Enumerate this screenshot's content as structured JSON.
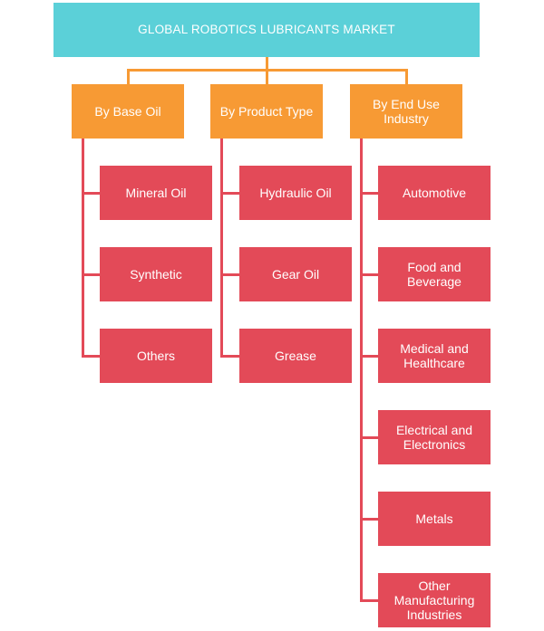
{
  "root": {
    "label": "GLOBAL ROBOTICS LUBRICANTS MARKET"
  },
  "categories": [
    {
      "label": "By Base Oil",
      "items": [
        "Mineral Oil",
        "Synthetic",
        "Others"
      ]
    },
    {
      "label": "By Product Type",
      "items": [
        "Hydraulic Oil",
        "Gear Oil",
        "Grease"
      ]
    },
    {
      "label": "By End Use\nIndustry",
      "items": [
        "Automotive",
        "Food and\nBeverage",
        "Medical and\nHealthcare",
        "Electrical and\nElectronics",
        "Metals",
        "Other\nManufacturing\nIndustries"
      ]
    }
  ],
  "colors": {
    "root": "#5bd0d8",
    "category": "#f79a34",
    "leaf": "#e34a58",
    "text": "#ffffff"
  }
}
